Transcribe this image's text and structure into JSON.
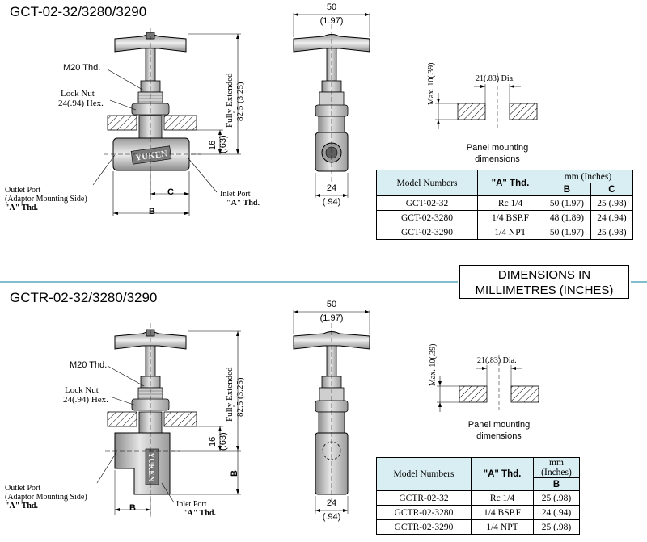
{
  "section1": {
    "title": "GCT-02-32/3280/3290",
    "labels": {
      "m20": "M20 Thd.",
      "lock_nut": "Lock Nut",
      "lock_nut_size": "24(.94) Hex.",
      "fully_extended": "Fully Extended",
      "fully_extended_dim": "82.5 (3.25)",
      "dim_16": "16",
      "dim_16_in": "(.63)",
      "outlet_port_1": "Outlet Port",
      "outlet_port_2": "(Adaptor Mounting Side)",
      "outlet_port_3": "\"A\" Thd.",
      "inlet_port_1": "Inlet Port",
      "inlet_port_2": "\"A\" Thd.",
      "dim_c": "C",
      "dim_b": "B",
      "dim_50": "50",
      "dim_50_in": "(1.97)",
      "dim_24": "24",
      "dim_24_in": "(.94)",
      "brand": "YUKEN"
    },
    "panel": {
      "max": "Max. 10(.39)",
      "dia": "21(.83) Dia.",
      "caption_1": "Panel mounting",
      "caption_2": "dimensions"
    },
    "table": {
      "h_model": "Model Numbers",
      "h_thd": "\"A\" Thd.",
      "h_mm": "mm (Inches)",
      "h_b": "B",
      "h_c": "C",
      "rows": [
        {
          "model": "GCT-02-32",
          "thd": "Rc 1/4",
          "b": "50 (1.97)",
          "c": "25 (.98)"
        },
        {
          "model": "GCT-02-3280",
          "thd": "1/4 BSP.F",
          "b": "48 (1.89)",
          "c": "24 (.94)"
        },
        {
          "model": "GCT-02-3290",
          "thd": "1/4 NPT",
          "b": "50 (1.97)",
          "c": "25 (.98)"
        }
      ]
    }
  },
  "dimensions_note": {
    "line1": "DIMENSIONS IN",
    "line2": "MILLIMETRES (INCHES)"
  },
  "section2": {
    "title": "GCTR-02-32/3280/3290",
    "labels": {
      "m20": "M20 Thd.",
      "lock_nut": "Lock Nut",
      "lock_nut_size": "24(.94) Hex.",
      "fully_extended": "Fully Extended",
      "fully_extended_dim": "82.5 (3.25)",
      "dim_16": "16",
      "dim_16_in": "(.63)",
      "outlet_port_1": "Outlet Port",
      "outlet_port_2": "(Adaptor Mounting Side)",
      "outlet_port_3": "\"A\" Thd.",
      "inlet_port_1": "Inlet Port",
      "inlet_port_2": "\"A\" Thd.",
      "dim_b": "B",
      "dim_b_side": "B",
      "dim_50": "50",
      "dim_50_in": "(1.97)",
      "dim_24": "24",
      "dim_24_in": "(.94)",
      "brand": "YUKEN"
    },
    "panel": {
      "max": "Max. 10(.39)",
      "dia": "21(.83) Dia.",
      "caption_1": "Panel mounting",
      "caption_2": "dimensions"
    },
    "table": {
      "h_model": "Model Numbers",
      "h_thd": "\"A\" Thd.",
      "h_mm": "mm (Inches)",
      "h_b": "B",
      "rows": [
        {
          "model": "GCTR-02-32",
          "thd": "Rc 1/4",
          "b": "25 (.98)"
        },
        {
          "model": "GCTR-02-3280",
          "thd": "1/4 BSP.F",
          "b": "24 (.94)"
        },
        {
          "model": "GCTR-02-3290",
          "thd": "1/4 NPT",
          "b": "25 (.98)"
        }
      ]
    }
  },
  "colors": {
    "divider": "#5aa9bf",
    "table_header": "#d9eef3",
    "hatch": "#000000",
    "valve_gray": "#bdbdbd"
  }
}
